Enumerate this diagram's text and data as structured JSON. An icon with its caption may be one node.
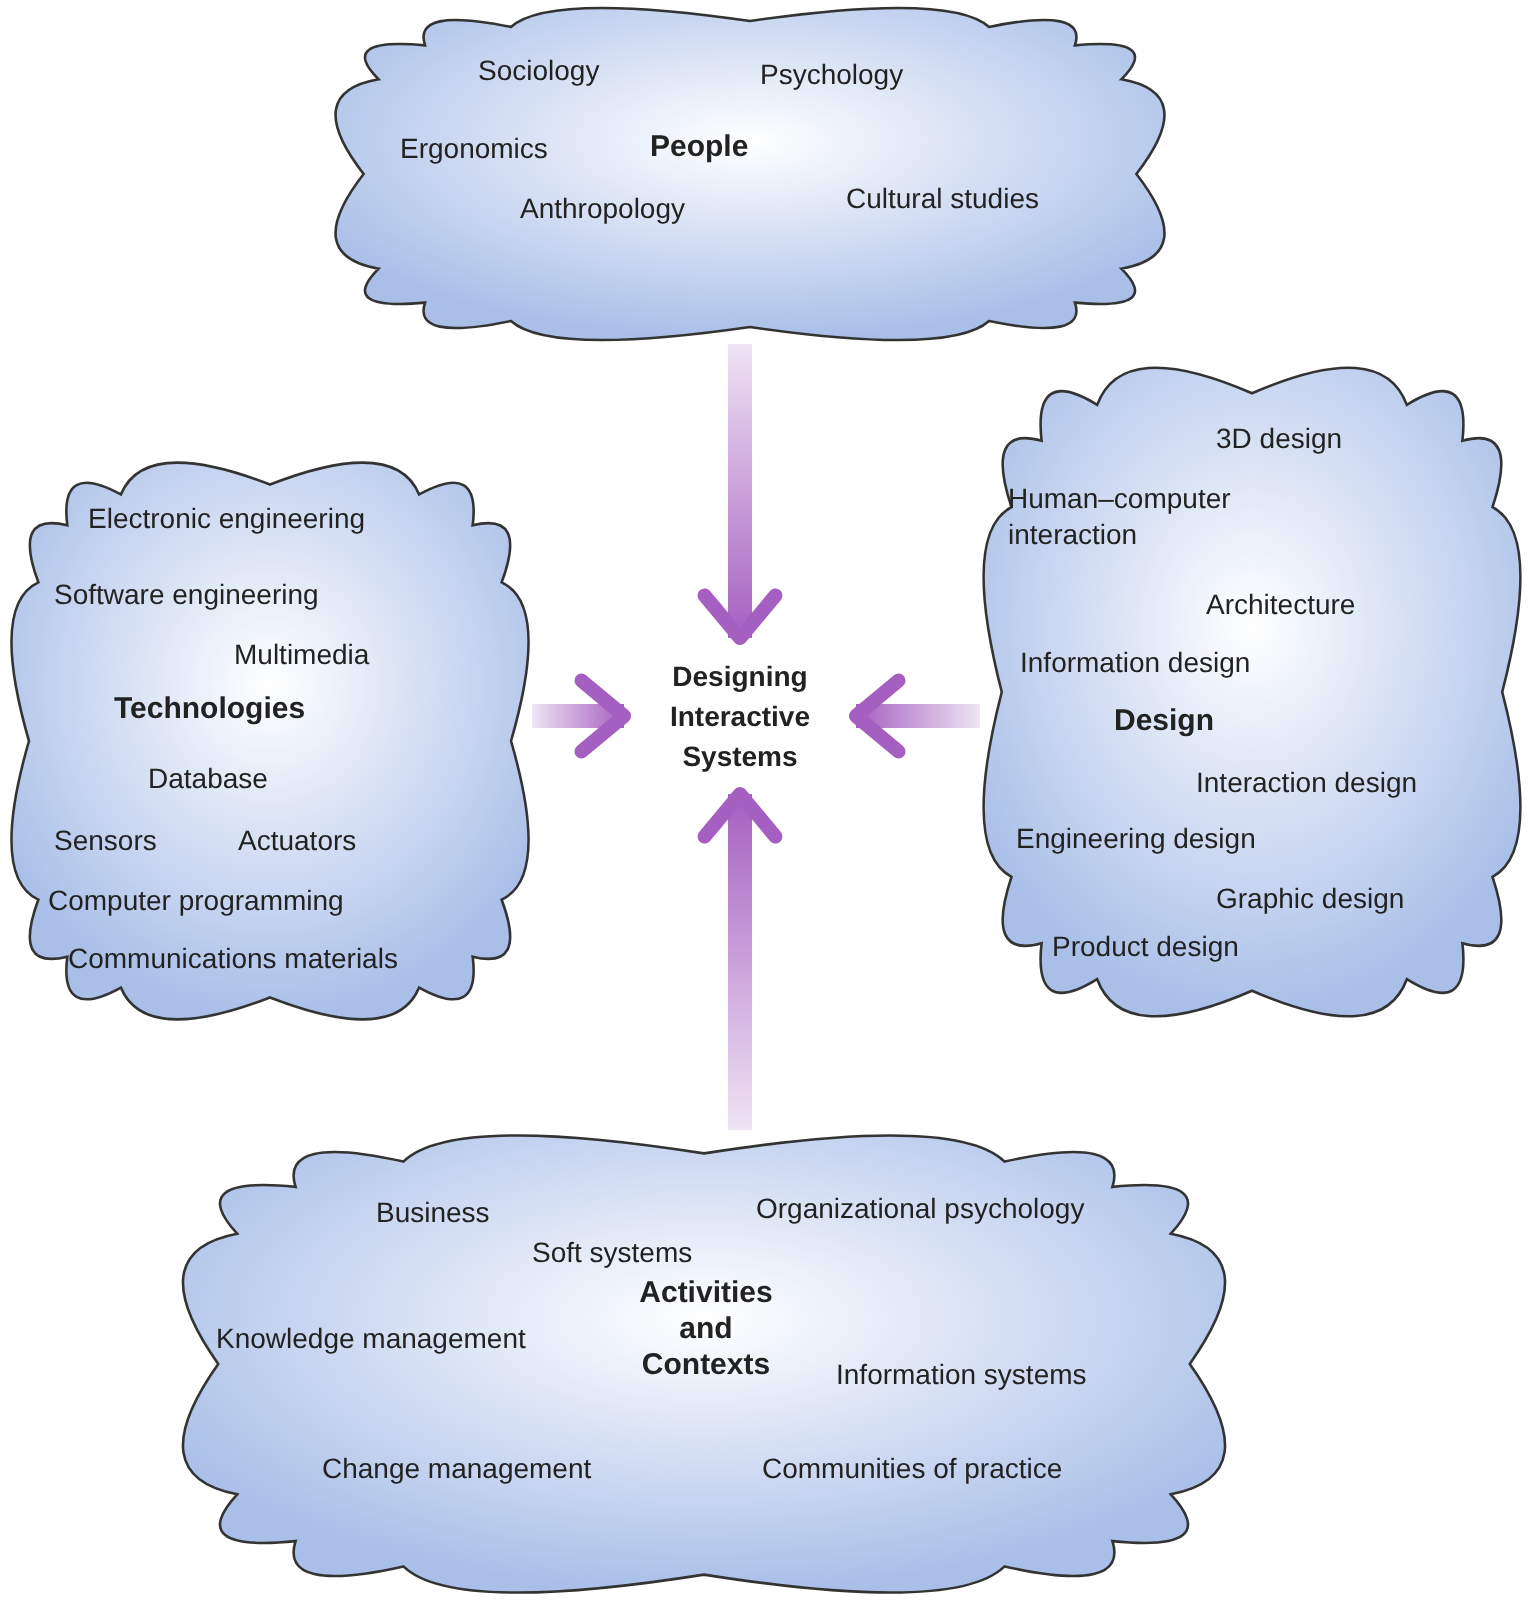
{
  "diagram": {
    "nodes": [
      {
        "text": [
          "Sociology",
          "Psychology",
          "Ergonomics",
          "People",
          "Anthropology",
          "Cultural studies"
        ]
      },
      {
        "text": [
          "Electronic engineering",
          "Software engineering",
          "Multimedia",
          "Technologies",
          "Database",
          "Sensors",
          "Actuators",
          "Computer programming",
          "Communications materials"
        ]
      },
      {
        "text": [
          "Designing Interactive Systems"
        ]
      },
      {
        "text": [
          "3D design",
          "Human–computer interaction",
          "Architecture",
          "Information design",
          "Design",
          "Interaction design",
          "Engineering design",
          "Graphic design",
          "Product design"
        ]
      },
      {
        "text": [
          "Business",
          "Organizational psychology",
          "Soft systems",
          "Knowledge management",
          "Activities and Contexts",
          "Information systems",
          "Change management",
          "Communities of practice"
        ]
      }
    ],
    "edges": [
      {
        "from": 0,
        "to": 2,
        "arrow": "to",
        "style": "thick"
      },
      {
        "from": 1,
        "to": 2,
        "arrow": "to",
        "style": "thick"
      },
      {
        "from": 3,
        "to": 2,
        "arrow": "to",
        "style": "thick"
      },
      {
        "from": 4,
        "to": 2,
        "arrow": "to",
        "style": "thick"
      }
    ]
  }
}
